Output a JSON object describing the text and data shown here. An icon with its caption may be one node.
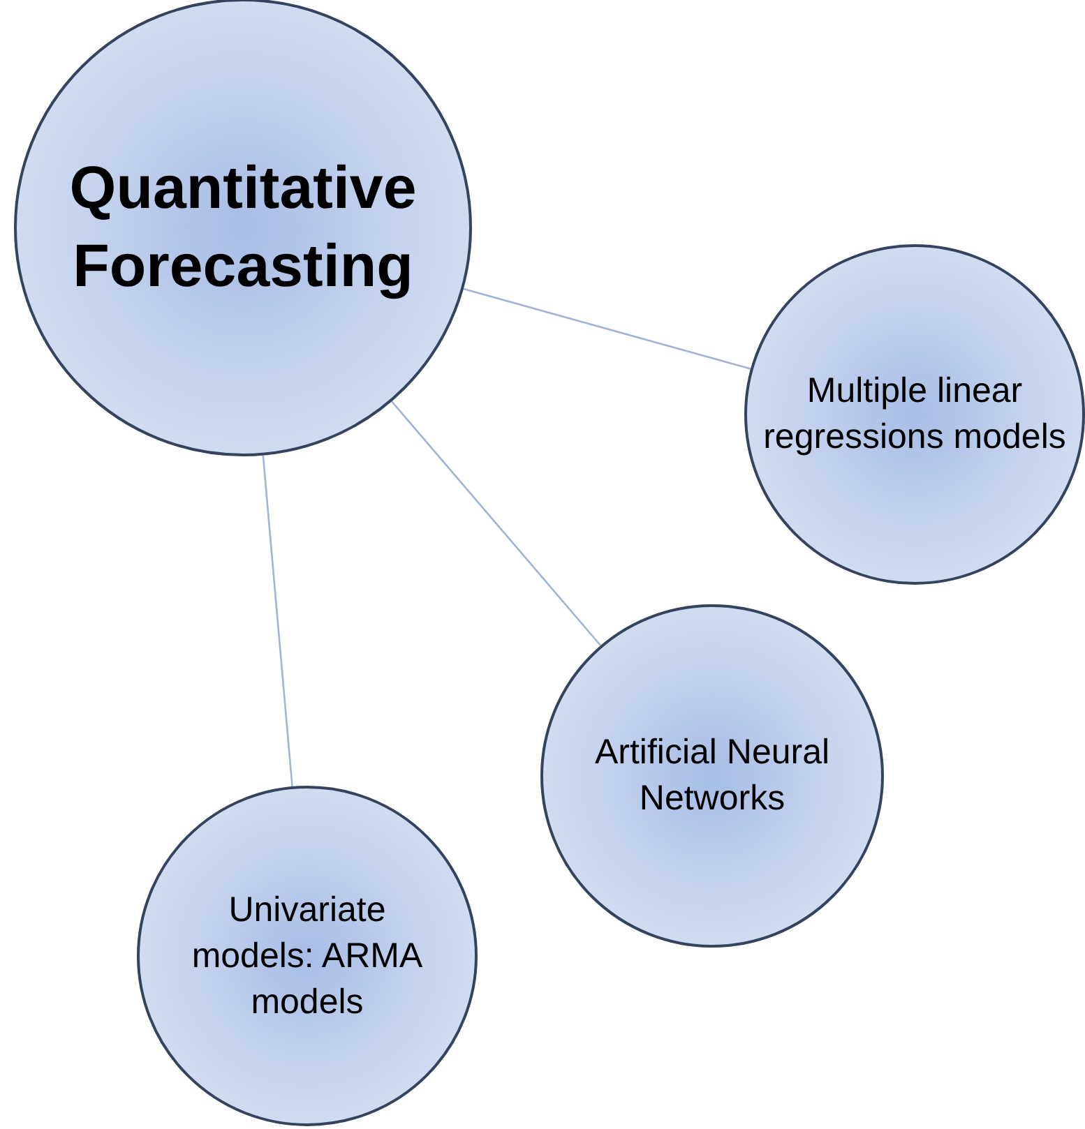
{
  "diagram": {
    "nodes": [
      {
        "text": [
          "Quantitative Forecasting"
        ]
      },
      {
        "text": [
          "Multiple linear regressions models"
        ]
      },
      {
        "text": [
          "Artificial Neural Networks"
        ]
      },
      {
        "text": [
          "Univariate models: ARMA models"
        ]
      }
    ],
    "edges": [
      {
        "from": 0,
        "to": 1,
        "arrow": "none"
      },
      {
        "from": 0,
        "to": 2,
        "arrow": "none"
      },
      {
        "from": 0,
        "to": 3,
        "arrow": "none"
      }
    ]
  }
}
